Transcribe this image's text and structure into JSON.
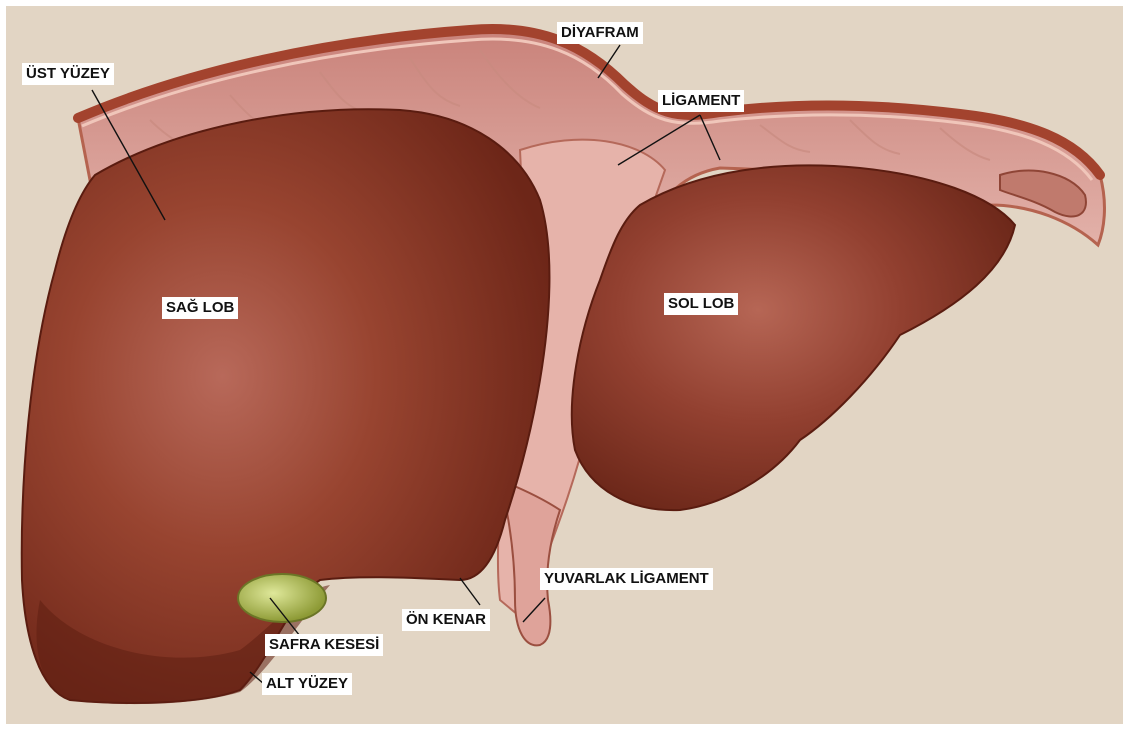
{
  "labels": {
    "ust_yuzey": "ÜST YÜZEY",
    "diyafram": "DİYAFRAM",
    "ligament": "LİGAMENT",
    "sag_lob": "SAĞ LOB",
    "sol_lob": "SOL LOB",
    "yuvarlak_ligament": "YUVARLAK LİGAMENT",
    "on_kenar": "ÖN KENAR",
    "safra_kesesi": "SAFRA KESESİ",
    "alt_yuzey": "ALT YÜZEY"
  },
  "colors": {
    "background": "#e2d5c4",
    "liver": "#8a3a22",
    "liver_highlight": "#b4654c",
    "diaphragm": "#dca7a0",
    "diaphragm_edge": "#b5634f",
    "gallbladder": "#b8c45a",
    "label_bg": "#ffffff"
  }
}
